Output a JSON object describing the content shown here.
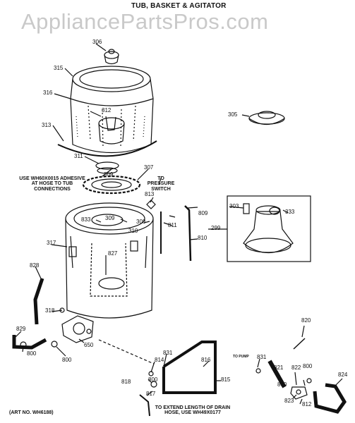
{
  "title": "TUB, BASKET & AGITATOR",
  "watermark": "AppliancePartsPros.com",
  "notes": {
    "adhesive_1": "USE WH60X0015 ADHESIVE",
    "adhesive_2": "AT HOSE TO TUB",
    "adhesive_3": "CONNECTIONS",
    "pressure_1": "TO",
    "pressure_2": "PRESSURE",
    "pressure_3": "SWITCH",
    "pump": "TO PUMP",
    "drain_1": "TO EXTEND LENGTH OF DRAIN",
    "drain_2": "HOSE, USE WH49X0177",
    "art_no": "(ART NO. WH6188)"
  },
  "parts": [
    "306",
    "315",
    "316",
    "312",
    "313",
    "305",
    "311",
    "309",
    "307",
    "813",
    "809",
    "303",
    "333",
    "833",
    "308",
    "310",
    "811",
    "810",
    "299",
    "317",
    "827",
    "828",
    "318",
    "829",
    "650",
    "800",
    "814",
    "831",
    "816",
    "815",
    "818",
    "817",
    "820",
    "821",
    "822",
    "823",
    "812",
    "824"
  ]
}
